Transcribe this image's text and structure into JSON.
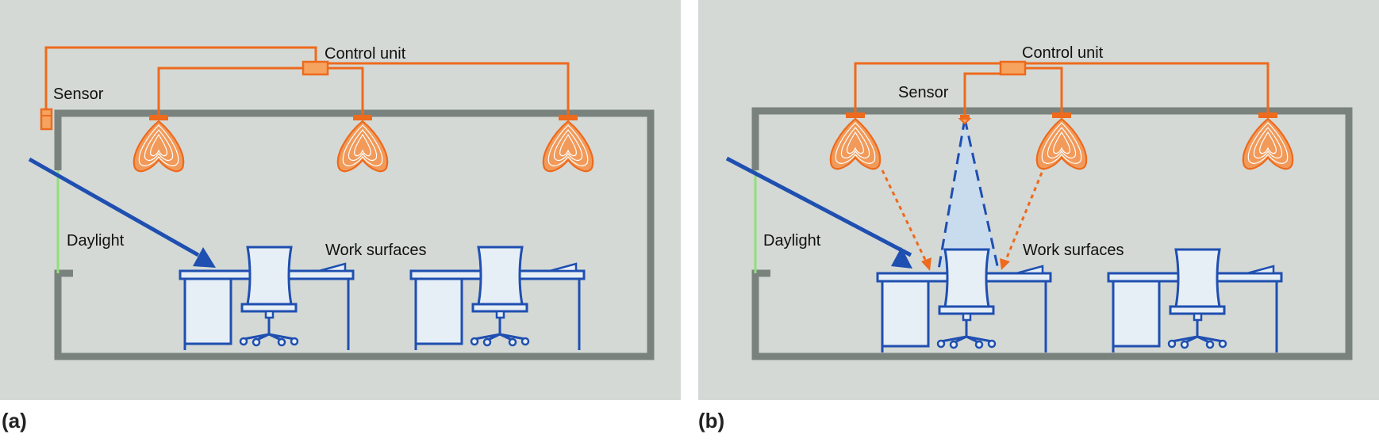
{
  "colors": {
    "background": "#d4d9d6",
    "wall": "#7a827e",
    "wiring": "#ee6a1c",
    "daylight": "#1f4fb0",
    "furniture": "#1f4fb0",
    "furniture_fill": "#e6eef6",
    "window": "#8fe07a",
    "sensor_cone": "#c9dced"
  },
  "panel_a": {
    "caption": "(a)",
    "labels": {
      "control_unit": "Control unit",
      "sensor": "Sensor",
      "daylight": "Daylight",
      "work_surfaces": "Work surfaces"
    }
  },
  "panel_b": {
    "caption": "(b)",
    "labels": {
      "control_unit": "Control unit",
      "sensor": "Sensor",
      "daylight": "Daylight",
      "work_surfaces": "Work surfaces"
    }
  },
  "icons": {
    "luminaire": "ceiling-luminaire-icon",
    "sensor": "photo-sensor-icon",
    "control_unit": "control-unit-icon",
    "desk": "desk-icon",
    "chair": "office-chair-icon"
  }
}
